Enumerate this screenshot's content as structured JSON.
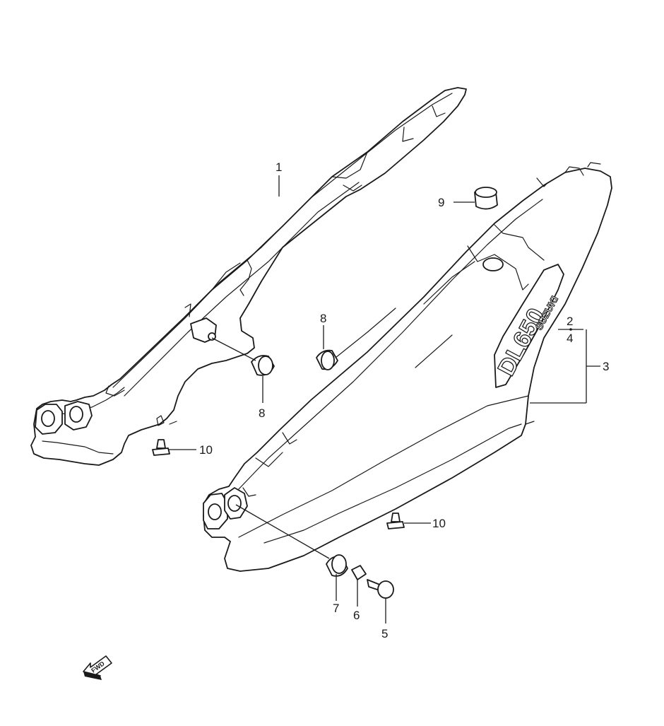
{
  "diagram": {
    "callouts": [
      {
        "id": "c1",
        "text": "1"
      },
      {
        "id": "c2",
        "text": "2"
      },
      {
        "id": "c3",
        "text": "3"
      },
      {
        "id": "c4",
        "text": "4"
      },
      {
        "id": "c5",
        "text": "5"
      },
      {
        "id": "c6",
        "text": "6"
      },
      {
        "id": "c7",
        "text": "7"
      },
      {
        "id": "c8a",
        "text": "8"
      },
      {
        "id": "c8b",
        "text": "8"
      },
      {
        "id": "c9",
        "text": "9"
      },
      {
        "id": "c10a",
        "text": "10"
      },
      {
        "id": "c10b",
        "text": "10"
      }
    ],
    "decal_model": "DL650",
    "decal_brand": "SUZUKI",
    "fwd_arrow": "FWD",
    "colors": {
      "ink": "#1a1a1a",
      "paper": "#ffffff"
    }
  }
}
